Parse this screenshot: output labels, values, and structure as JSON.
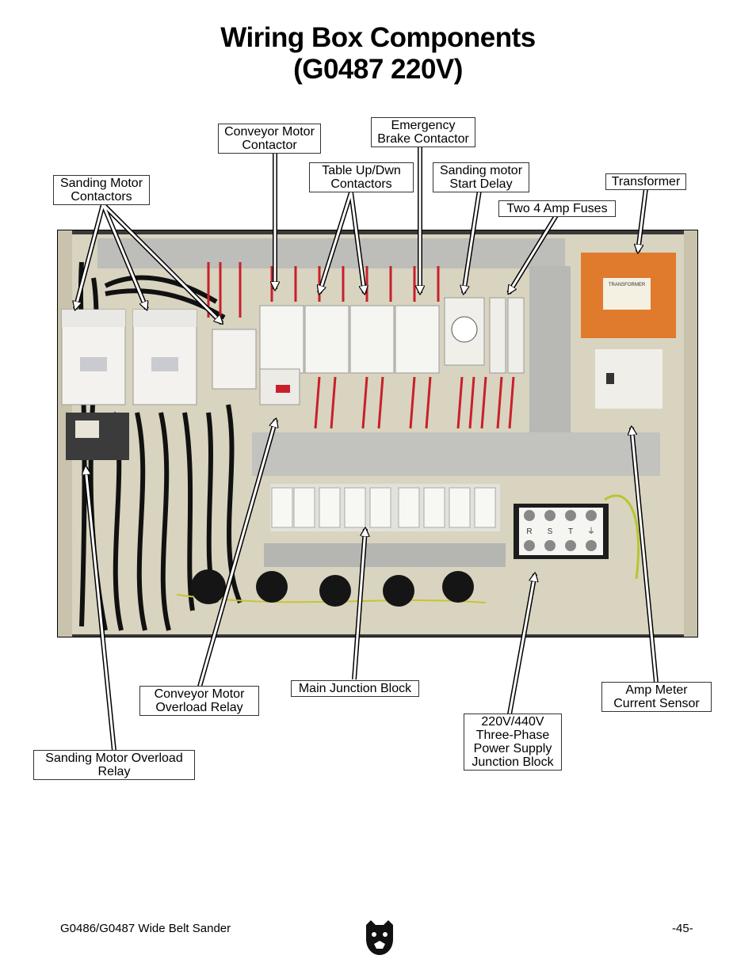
{
  "page": {
    "title_line1": "Wiring Box Components",
    "title_line2": "(G0487 220V)"
  },
  "labels": {
    "conveyor_motor_contactor": [
      "Conveyor Motor",
      "Contactor"
    ],
    "emergency_brake_contactor": [
      "Emergency",
      "Brake Contactor"
    ],
    "sanding_motor_contactors": [
      "Sanding Motor",
      "Contactors"
    ],
    "table_up_dwn_contactors": [
      "Table Up/Dwn",
      "Contactors"
    ],
    "sanding_motor_start_delay": [
      "Sanding motor",
      "Start Delay"
    ],
    "transformer": [
      "Transformer"
    ],
    "two_4_amp_fuses": [
      "Two 4 Amp Fuses"
    ],
    "conveyor_motor_overload_relay": [
      "Conveyor Motor",
      "Overload Relay"
    ],
    "main_junction_block": [
      "Main Junction Block"
    ],
    "amp_meter_current_sensor": [
      "Amp Meter",
      "Current Sensor"
    ],
    "power_supply_junction_block": [
      "220V/440V",
      "Three-Phase",
      "Power Supply",
      "Junction Block"
    ],
    "sanding_motor_overload_relay": [
      "Sanding Motor Overload",
      "Relay"
    ]
  },
  "photo_text": {
    "transformer_plate": "TRANSFORMER",
    "terminal_letters": [
      "R",
      "S",
      "T",
      "⏚"
    ]
  },
  "footer": {
    "left": "G0486/G0487 Wide Belt Sander",
    "right": "-45-"
  },
  "colors": {
    "panel_beige": "#d9d4c0",
    "rail_gray": "#b8b8b5",
    "transformer_orange": "#e07a2c",
    "wire_red": "#c8202a",
    "wire_black": "#111111"
  }
}
